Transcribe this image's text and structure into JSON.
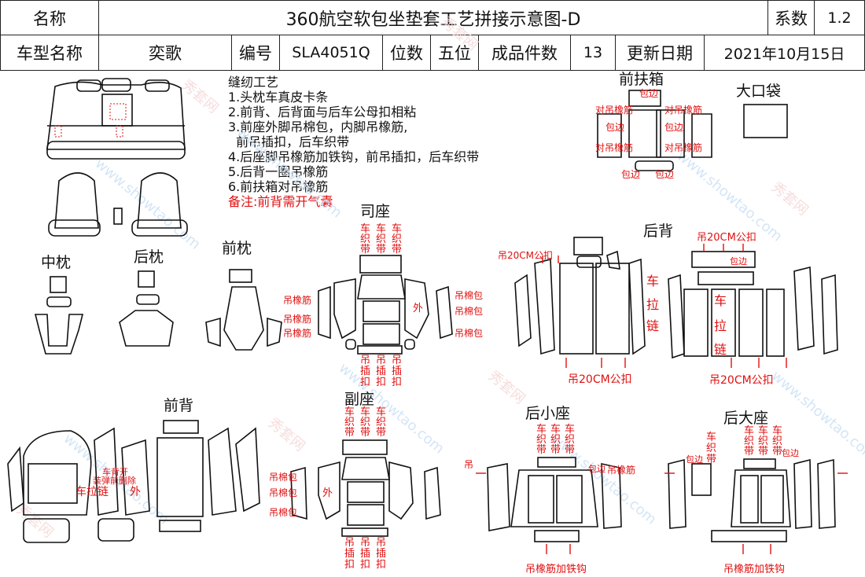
{
  "header": {
    "name_label": "名称",
    "title": "360航空软包坐垫套工艺拼接示意图-D",
    "series_label": "系数",
    "series_value": "1.2",
    "model_label": "车型名称",
    "model_value": "奕歌",
    "code_label": "编号",
    "code_value": "SLA4051Q",
    "seats_label": "位数",
    "seats_value": "五位",
    "pieces_label": "成品件数",
    "pieces_value": "13",
    "date_label": "更新日期",
    "date_value": "2021年10月15日"
  },
  "process": {
    "title": "缝纫工艺",
    "steps": [
      "1.头枕车真皮卡条",
      "2.前背、后背面与后车公母扣相粘",
      "3.前座外脚吊棉包，内脚吊橡筋,",
      "  前吊插扣，后车织带",
      "4.后座脚吊橡筋加铁钩，前吊插扣，后车织带",
      "5.后背一圈吊橡筋",
      "6.前扶箱对吊橡筋"
    ],
    "note": "备注:前背需开气囊"
  },
  "sections": {
    "front_armrest": "前扶箱",
    "big_pocket": "大口袋",
    "middle_pillow": "中枕",
    "rear_pillow": "后枕",
    "front_pillow": "前枕",
    "driver_seat": "司座",
    "rear_back": "后背",
    "front_back": "前背",
    "passenger_seat": "副座",
    "rear_small_seat": "后小座",
    "rear_big_seat": "后大座"
  },
  "labels": {
    "edge": "包边",
    "pair_elastic": "对吊橡筋",
    "elastic": "吊橡筋",
    "cotton": "吊棉包",
    "outer": "外",
    "car": "车",
    "webbing": "织",
    "strap": "带",
    "hang": "吊",
    "insert": "插",
    "buckle": "扣",
    "hang20": "吊20CM公扣",
    "zipper_chars": [
      "车",
      "拉",
      "链"
    ],
    "elastic_hook": "吊橡筋加铁钩",
    "front_back_left": "车拉链",
    "front_back_tag1": "车背开",
    "front_back_tag2": "装弹前删除"
  },
  "watermarks": {
    "site": "www.showtao.com",
    "brand": "秀套网"
  }
}
